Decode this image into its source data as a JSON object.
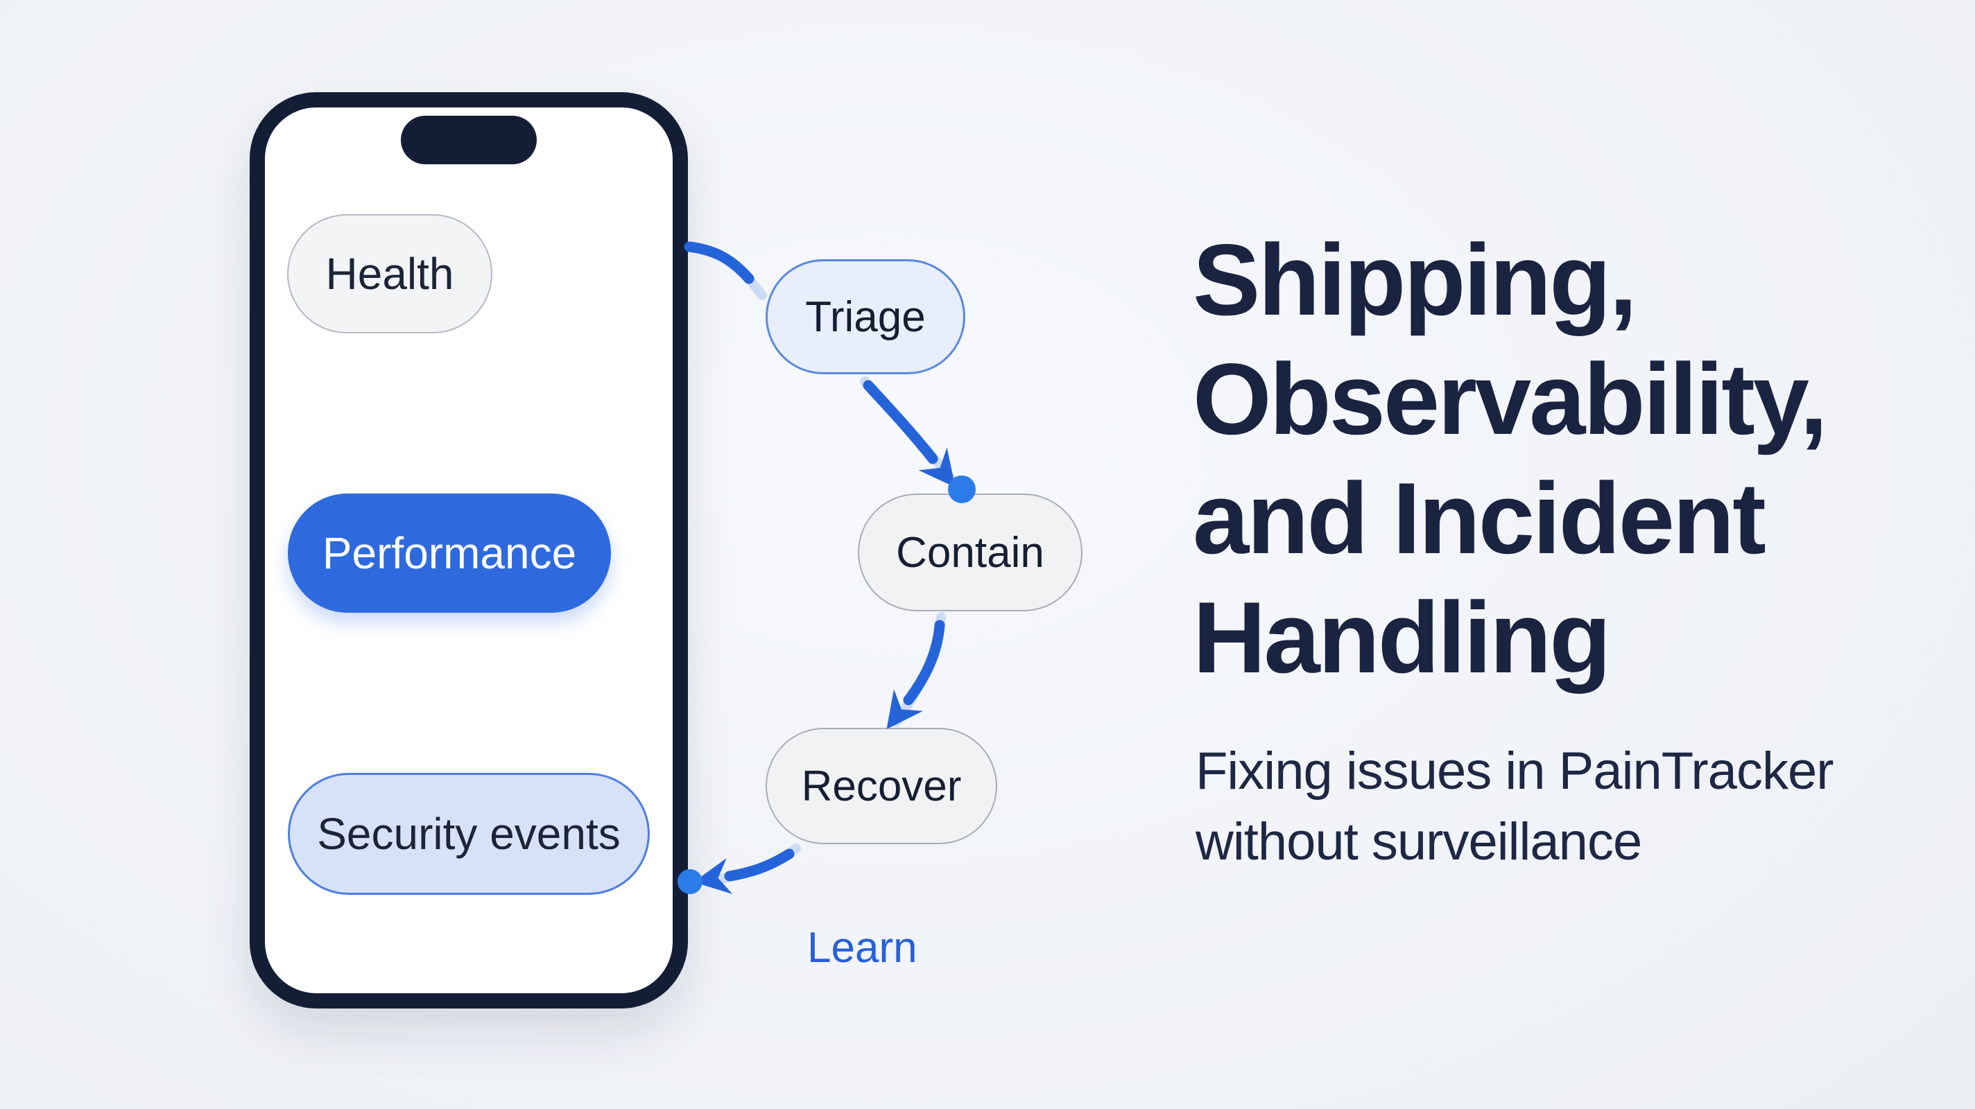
{
  "phone": {
    "pills": [
      {
        "label": "Health",
        "style": "neutral"
      },
      {
        "label": "Performance",
        "style": "primary"
      },
      {
        "label": "Security events",
        "style": "accent"
      }
    ]
  },
  "flow": {
    "nodes": [
      {
        "label": "Triage",
        "style": "blue"
      },
      {
        "label": "Contain",
        "style": "gray"
      },
      {
        "label": "Recover",
        "style": "gray"
      }
    ],
    "learn_label": "Learn"
  },
  "headline": {
    "lines": [
      "Shipping,",
      "Observability,",
      "and Incident",
      "Handling"
    ]
  },
  "subheadline": {
    "lines": [
      "Fixing issues in PainTracker",
      "without surveillance"
    ]
  },
  "colors": {
    "background_center": "#f7f9fc",
    "background_edge": "#e4e8ef",
    "phone_frame": "#131e36",
    "phone_screen": "#ffffff",
    "accent_blue": "#2e6ade",
    "arrow_blue": "#2563d9",
    "arrow_light": "#cddcf5",
    "dot_blue": "#2b7ce8",
    "headline_navy": "#1a2340",
    "pill_neutral_bg": "#f3f4f6",
    "pill_accent_bg": "#d7e2f8",
    "node_blue_bg": "#e8eefa",
    "node_gray_bg": "#f1f2f4"
  }
}
